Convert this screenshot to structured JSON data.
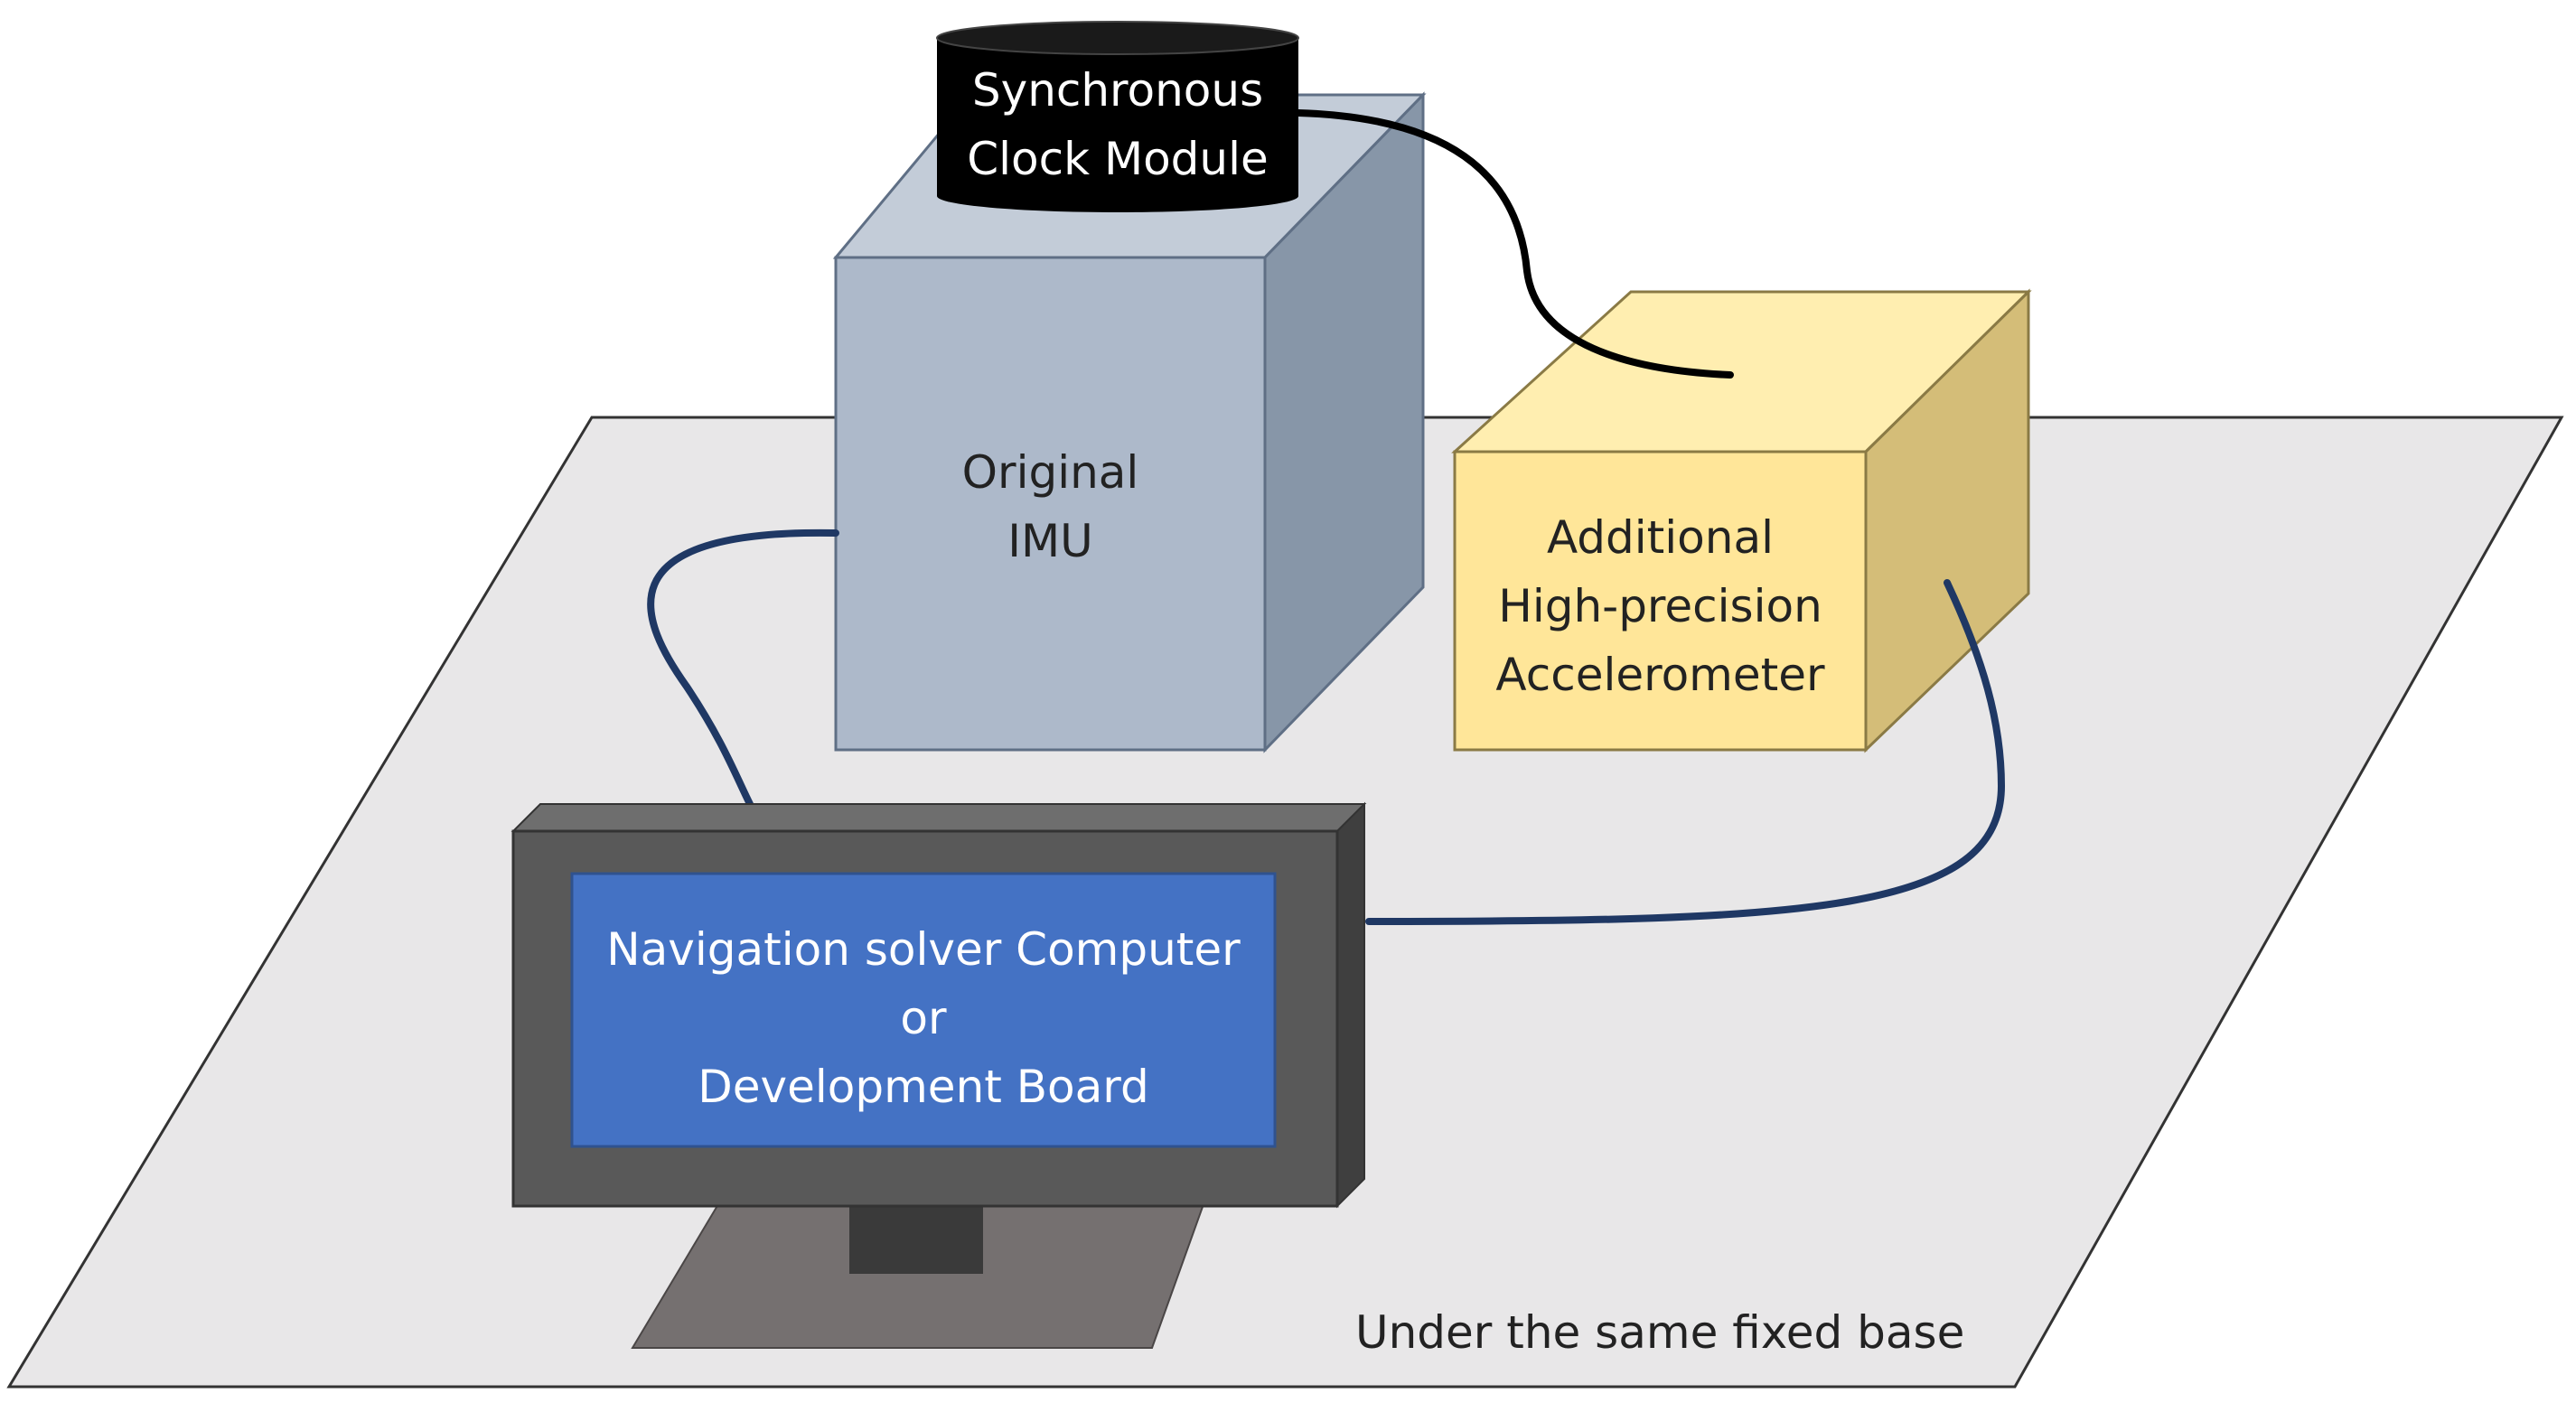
{
  "labels": {
    "clock_line1": "Synchronous",
    "clock_line2": "Clock Module",
    "imu_line1": "Original",
    "imu_line2": "IMU",
    "accel_line1": "Additional",
    "accel_line2": "High-precision",
    "accel_line3": "Accelerometer",
    "computer_line1": "Navigation solver Computer",
    "computer_line2": "or",
    "computer_line3": "Development Board",
    "base": "Under the same fixed base"
  },
  "colors": {
    "base_fill": "#e8e7e8",
    "base_stroke": "#333333",
    "imu_front": "#adb9ca",
    "imu_top": "#c3ccd8",
    "imu_side": "#8796a8",
    "imu_stroke": "#5f6f85",
    "accel_front": "#ffe699",
    "accel_top": "#ffeeb0",
    "accel_side": "#d4bd78",
    "accel_stroke": "#8a7a45",
    "clock_fill": "#000000",
    "clock_text": "#ffffff",
    "monitor_frame": "#595959",
    "monitor_top": "#6e6e6e",
    "monitor_side": "#3f3f3f",
    "screen_fill": "#4472c4",
    "screen_text": "#ffffff",
    "stand_fill": "#757070",
    "neck_fill": "#3a3a3a",
    "data_cable": "#1f3864",
    "sync_cable": "#000000",
    "text_dark": "#222222"
  }
}
